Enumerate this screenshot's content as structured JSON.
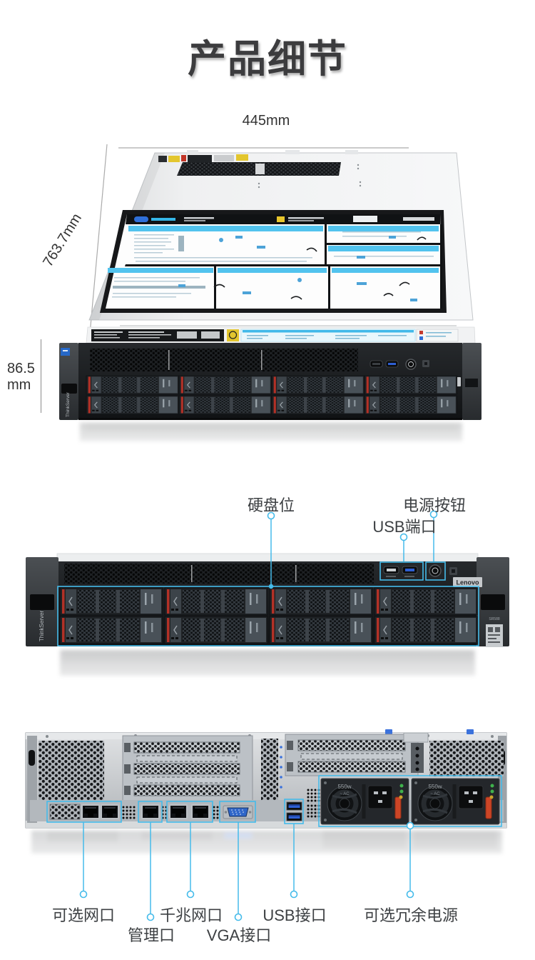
{
  "title": "产品细节",
  "colors": {
    "accent": "#45bbea",
    "dim_line": "#a8a8a8"
  },
  "dimensions": {
    "width": "445mm",
    "depth": "763.7mm",
    "height_value": "86.5",
    "height_unit": "mm"
  },
  "branding": {
    "logo": "Lenovo",
    "ear_text": "ThinkServer",
    "model": "SR588"
  },
  "psu": {
    "wattage": "550w",
    "ac_label": "~ AC"
  },
  "front_view": {
    "annotations": [
      {
        "label": "硬盘位"
      },
      {
        "label": "电源按钮"
      },
      {
        "label": "USB端口"
      }
    ]
  },
  "rear_view": {
    "annotations": [
      {
        "label": "可选网口"
      },
      {
        "label": "管理口"
      },
      {
        "label": "千兆网口"
      },
      {
        "label": "VGA接口"
      },
      {
        "label": "USB接口"
      },
      {
        "label": "可选冗余电源"
      }
    ]
  }
}
